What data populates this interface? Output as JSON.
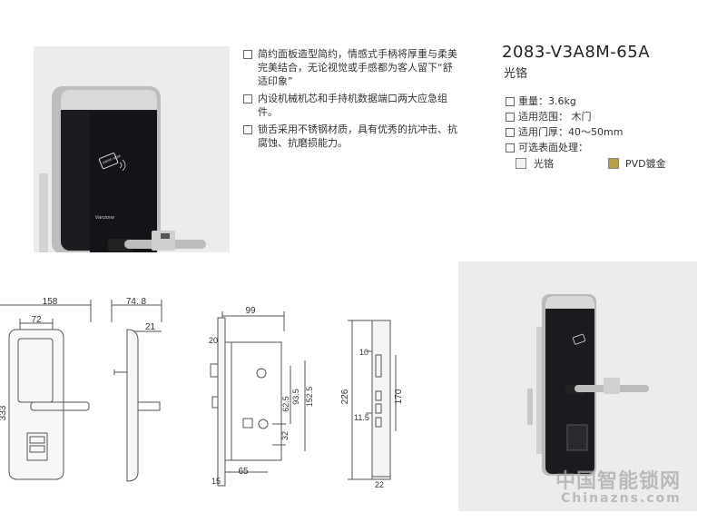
{
  "features": [
    "简约面板造型简约，情感式手柄将厚重与柔美完美结合，无论视觉或手感都为客人留下“舒适印象”",
    "内设机械机芯和手持机数据端口两大应急组件。",
    "锁舌采用不锈钢材质，具有优秀的抗冲击、抗腐蚀、抗磨损能力。"
  ],
  "product": {
    "model": "2083-V3A8M-65A",
    "finish_name": "光铬",
    "specs": [
      "重量：3.6kg",
      "适用范围：  木门",
      "适用门厚：40～50mm",
      "可选表面处理："
    ],
    "finishes": [
      {
        "label": "光铬",
        "color": "#f2f2f2"
      },
      {
        "label": "PVD镀金",
        "color": "#b8a046"
      }
    ]
  },
  "photo_card_text": "SWIPE HERE",
  "brand_mark": "Vanzone",
  "dimensions": {
    "front_width": "158",
    "front_inner": "72",
    "front_height": "333",
    "side_depth": "74. 8",
    "side_handle": "21",
    "body_width": "99",
    "body_top": "20",
    "body_h1": "62.5",
    "body_h2": "93.5",
    "body_h3": "152.5",
    "body_h4": "32",
    "body_bottom_w": "65",
    "body_bottom_h": "15",
    "plate_10": "10",
    "plate_226": "226",
    "plate_170": "170",
    "plate_11_5": "11.5",
    "plate_22": "22"
  },
  "watermark": {
    "main": "中国智能锁网",
    "sub": "Chinazns.com"
  }
}
